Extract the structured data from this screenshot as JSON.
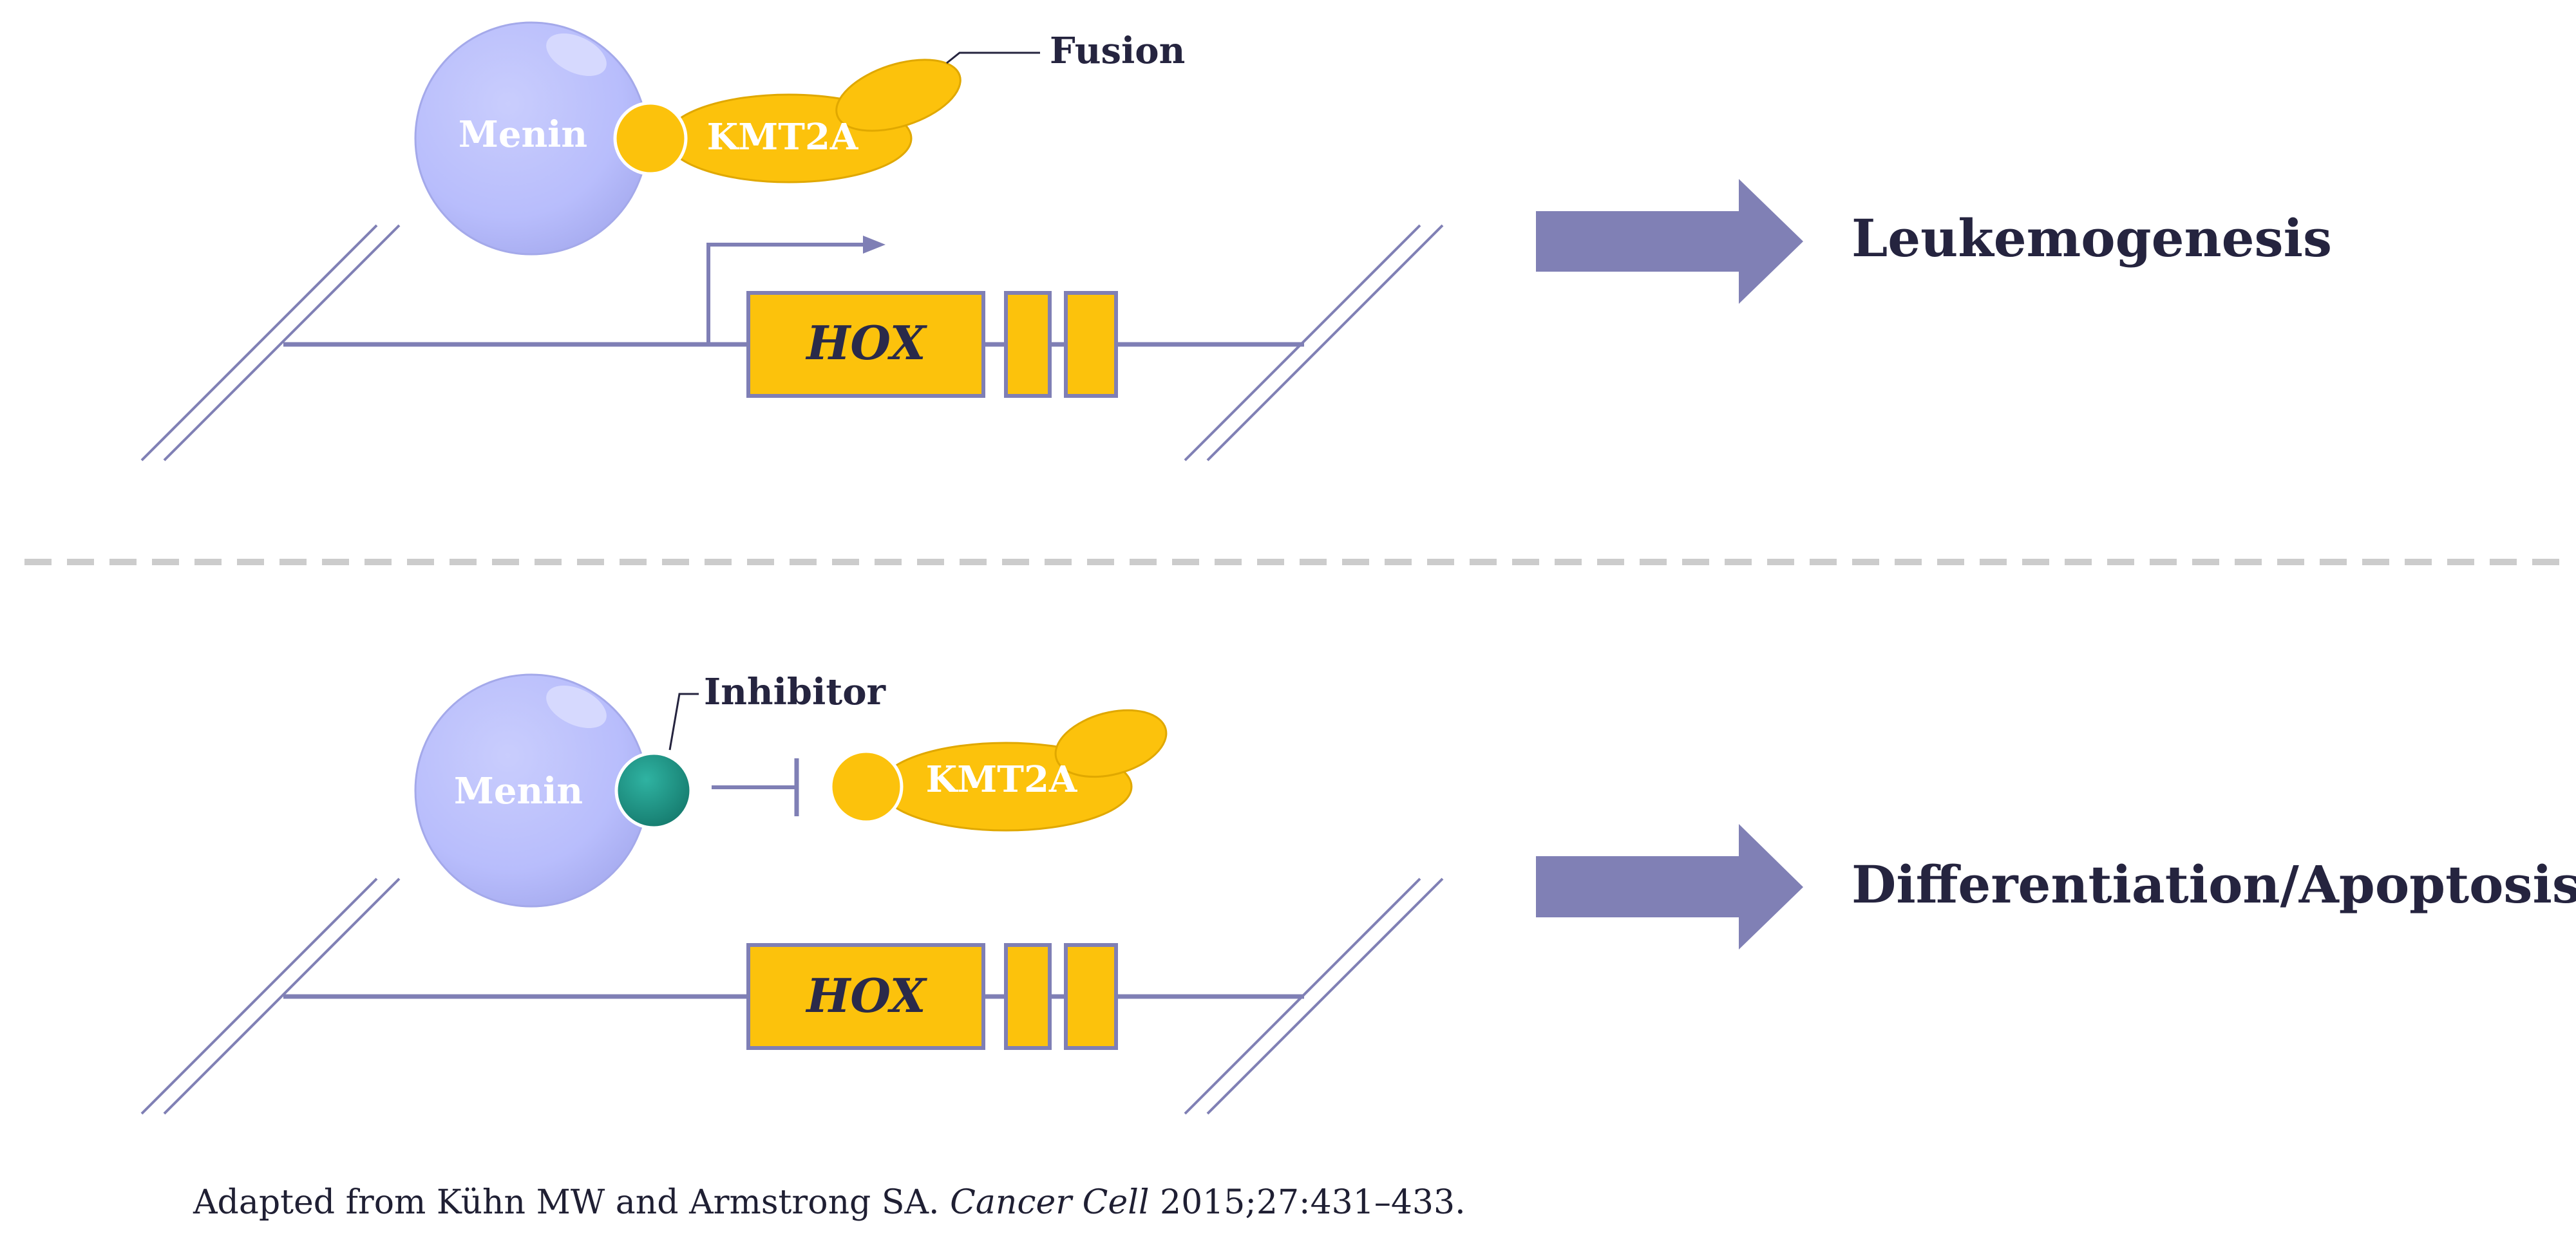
{
  "colors": {
    "menin": "#b8bdfc",
    "kmt2a": "#fcc20c",
    "dna_line": "#7f7fb5",
    "arrow": "#8080b5",
    "inhibitor": "#1f9b8c",
    "text_dark": "#25243f",
    "divider": "#cccccc"
  },
  "top_panel": {
    "menin_label": "Menin",
    "kmt2a_label": "KMT2A",
    "fusion_label": "Fusion",
    "gene_label": "HOX",
    "outcome": "Leukemogenesis"
  },
  "bottom_panel": {
    "menin_label": "Menin",
    "kmt2a_label": "KMT2A",
    "inhibitor_label": "Inhibitor",
    "gene_label": "HOX",
    "outcome": "Differentiation/Apoptosis"
  },
  "citation": {
    "prefix": "Adapted from Kühn MW and Armstrong SA. ",
    "journal": "Cancer Cell",
    "suffix": " 2015;27:431–433."
  }
}
